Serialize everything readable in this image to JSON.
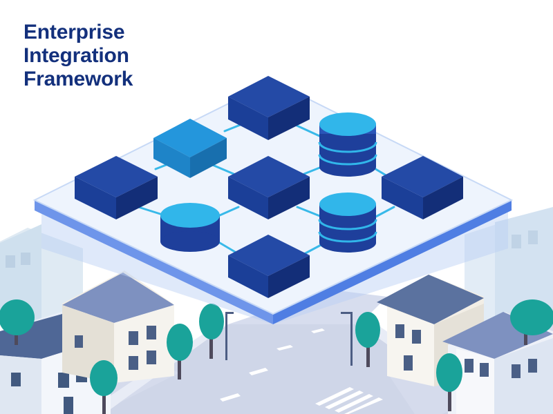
{
  "title": {
    "lines": [
      "Enterprise",
      "Integration",
      "Framework"
    ]
  },
  "colors": {
    "title": "#13307c",
    "node_dark": "#1b3f98",
    "node_medium": "#2190d6",
    "node_light": "#31b6ea",
    "connector": "#38b9e9",
    "platform": "#eaf2fd",
    "platform_edge": "#5b86e6",
    "street": "#c9d1e6",
    "tree": "#1aa39a",
    "roof": "#7e91c0"
  },
  "icons": [
    "server-block-icon",
    "database-cylinder-icon",
    "house-icon",
    "tree-icon",
    "street-lamp-icon"
  ]
}
